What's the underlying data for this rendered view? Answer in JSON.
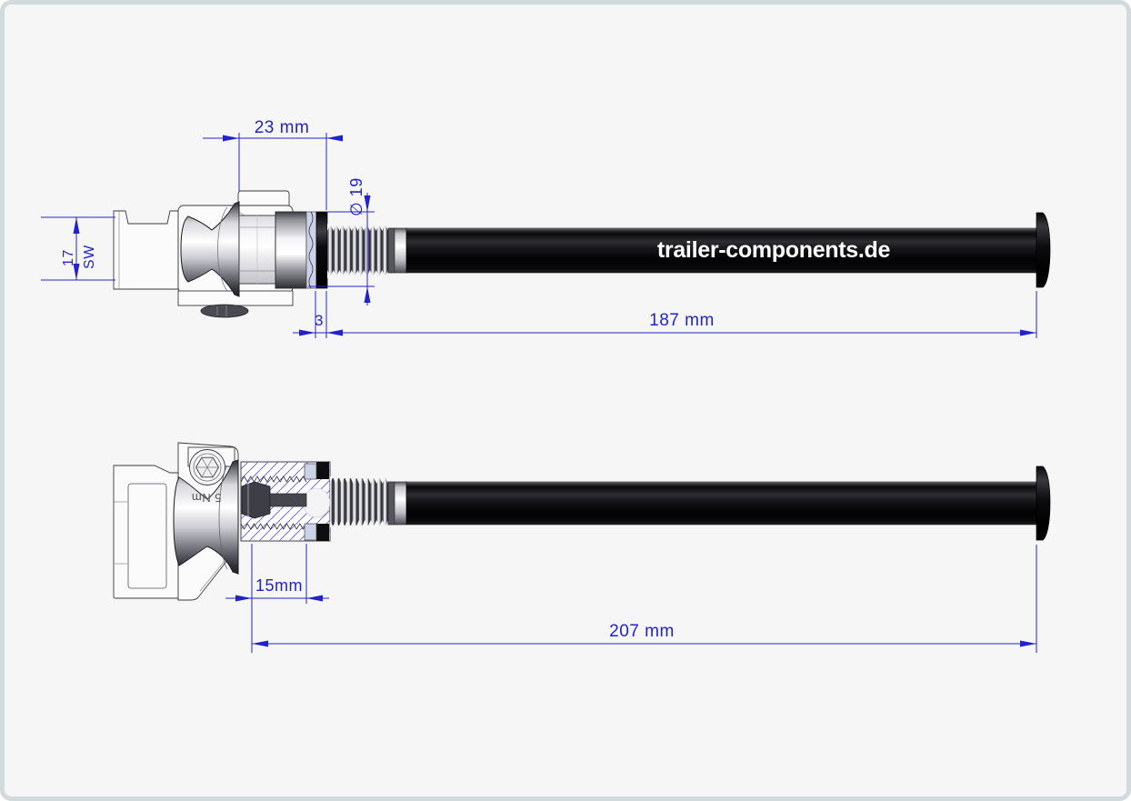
{
  "page": {
    "background": "#f5f6f5",
    "frame_border": "#d2dade"
  },
  "drawing": {
    "brand_label": "trailer-components.de",
    "dimension_color": "#2222cc",
    "hatch_color": "#5a5ada",
    "views": {
      "top": {
        "name": "side-view",
        "dims": {
          "offset": "23 mm",
          "diameter": "∅ 19",
          "hex_height": "17",
          "hex_unit": "SW",
          "seal_width": "3",
          "shaft_length": "187 mm"
        }
      },
      "bottom": {
        "name": "section-view",
        "torque_label": "5 Nm",
        "dims": {
          "thread_depth": "15mm",
          "total_length": "207 mm"
        }
      }
    }
  }
}
